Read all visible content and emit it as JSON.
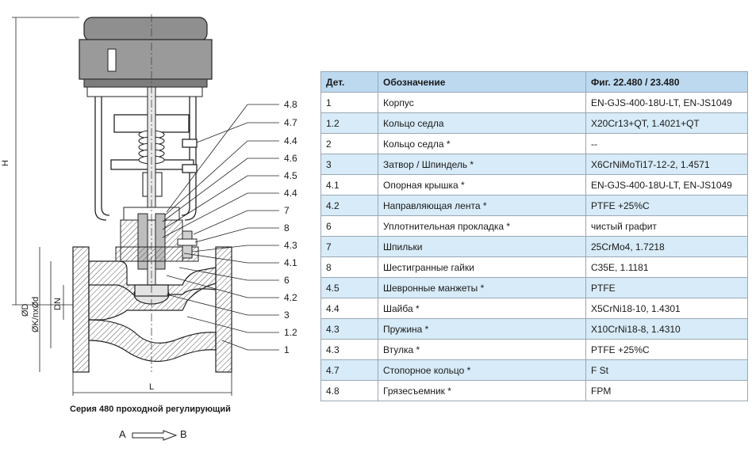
{
  "table": {
    "headers": [
      "Дет.",
      "Обозначение",
      "Фиг. 22.480 / 23.480"
    ],
    "rows": [
      {
        "part": "1",
        "name": "Корпус",
        "material": "EN-GJS-400-18U-LT, EN-JS1049"
      },
      {
        "part": "1.2",
        "name": "Кольцо седла",
        "material": "X20Cr13+QT, 1.4021+QT"
      },
      {
        "part": "2",
        "name": "Кольцо седла *",
        "material": "--"
      },
      {
        "part": "3",
        "name": "Затвор / Шпиндель *",
        "material": "X6CrNiMoTi17-12-2, 1.4571"
      },
      {
        "part": "4.1",
        "name": "Опорная крышка *",
        "material": "EN-GJS-400-18U-LT, EN-JS1049"
      },
      {
        "part": "4.2",
        "name": "Направляющая лента *",
        "material": "PTFE +25%C"
      },
      {
        "part": "6",
        "name": "Уплотнительная прокладка *",
        "material": "чистый графит"
      },
      {
        "part": "7",
        "name": "Шпильки",
        "material": "25CrMo4, 1.7218"
      },
      {
        "part": "8",
        "name": "Шестигранные гайки",
        "material": "C35E, 1.1181"
      },
      {
        "part": "4.5",
        "name": "Шевронные манжеты *",
        "material": "PTFE"
      },
      {
        "part": "4.4",
        "name": "Шайба *",
        "material": "X5CrNi18-10, 1.4301"
      },
      {
        "part": "4.3",
        "name": "Пружина *",
        "material": "X10CrNi18-8, 1.4310"
      },
      {
        "part": "4.3",
        "name": "Втулка *",
        "material": "PTFE +25%C"
      },
      {
        "part": "4.7",
        "name": "Стопорное кольцо *",
        "material": "F St"
      },
      {
        "part": "4.8",
        "name": "Грязесъемник *",
        "material": "FPM"
      }
    ]
  },
  "drawing": {
    "callouts": [
      "4.8",
      "4.7",
      "4.4",
      "4.6",
      "4.5",
      "4.4",
      "7",
      "8",
      "4.3",
      "4.1",
      "6",
      "4.2",
      "3",
      "1.2",
      "1"
    ],
    "dimensions": {
      "height": "H",
      "length": "L",
      "outer_diameter": "ØD",
      "bolt_circle": "ØK/nxØd",
      "nominal": "DN"
    }
  },
  "caption": "Серия 480  проходной регулирующий",
  "flow": {
    "from": "A",
    "to": "B"
  },
  "colors": {
    "header_bg": "#bcd9f0",
    "row_alt": "#d7ebf8",
    "border": "#9aa7b4",
    "hatch": "#666666"
  }
}
